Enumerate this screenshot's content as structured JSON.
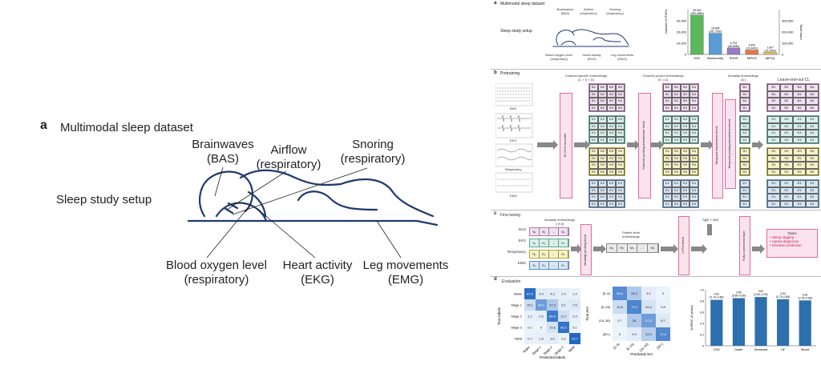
{
  "panel_a_big": {
    "letter": "a",
    "title": "Multimodal sleep dataset",
    "setup": "Sleep study setup",
    "brainwaves": [
      "Brainwaves",
      "(BAS)"
    ],
    "airflow": [
      "Airflow",
      "(respiratory)"
    ],
    "snoring": [
      "Snoring",
      "(respiratory)"
    ],
    "oxygen": [
      "Blood oxygen level",
      "(respiratory)"
    ],
    "heart": [
      "Heart activity",
      "(EKG)"
    ],
    "legs": [
      "Leg movements",
      "(EMG)"
    ]
  },
  "panel_a_small": {
    "letter": "a",
    "title": "Multimodal sleep dataset",
    "setup": "Sleep study setup",
    "brainwaves": [
      "Brainwaves",
      "(BAS)"
    ],
    "airflow": [
      "Airflow",
      "(respiratory)"
    ],
    "snoring": [
      "Snoring",
      "(respiratory)"
    ],
    "oxygen": [
      "Blood oxygen level",
      "(respiratory)"
    ],
    "heart": [
      "Heart activity",
      "(EKG)"
    ],
    "legs": [
      "Leg movements",
      "(EMG)"
    ]
  },
  "chart_data": [
    {
      "type": "bar",
      "categories": [
        "SSC",
        "Bioserenity",
        "SHHS",
        "MROS",
        "MESA"
      ],
      "values": [
        35052,
        18908,
        5793,
        3930,
        1907
      ],
      "value_labels": [
        "35,052\n(392,498h)",
        "18,908\n(151,752h)",
        "5,793\n(46,329h)",
        "3,930\n(31,440h)",
        "1,907\n(15,256h)"
      ],
      "colors": [
        "#5cb85c",
        "#5b9bd5",
        "#9b7bc4",
        "#e07a4a",
        "#e6c45c"
      ],
      "ylabel": "Number of PSGs",
      "ylabel_right": "Total hours",
      "ylim": [
        0,
        40000
      ],
      "yticks": [
        "0",
        "10,000",
        "20,000",
        "30,000"
      ],
      "yticks_right": [
        "0",
        "100,000",
        "200,000",
        "300,000"
      ]
    },
    {
      "type": "heatmap",
      "ylabel": "True labels",
      "xlabel": "Predicted labels",
      "rows": [
        "Wake",
        "Stage 1",
        "Stage 2",
        "Stage 3",
        "REM"
      ],
      "cols": [
        "Wake",
        "Stage 1",
        "Stage 2",
        "Stage 3",
        "REM"
      ],
      "values": [
        [
          87.5,
          4.9,
          4.2,
          2.4,
          1.4
        ],
        [
          15.1,
          58.2,
          27.3,
          5.1,
          7.6
        ],
        [
          1.2,
          2.9,
          80.8,
          12.7,
          2.4
        ],
        [
          0.1,
          0.0,
          10.6,
          86.2,
          0.1
        ],
        [
          0.7,
          1.8,
          3.6,
          0.2,
          93.7
        ]
      ]
    },
    {
      "type": "heatmap",
      "ylabel": "True AHI",
      "xlabel": "Predicted AHI",
      "rows": [
        "[0–5)",
        "[5–15)",
        "[15–30)",
        "[30+)"
      ],
      "cols": [
        "[0–5)",
        "[5–15)",
        "[15–30)",
        "[30+]"
      ],
      "values": [
        [
          68.6,
          28.3,
          3.1,
          0.0
        ],
        [
          14.8,
          73.3,
          10.4,
          0.8
        ],
        [
          0.7,
          28.0,
          57.6,
          6.7
        ],
        [
          0.0,
          3.9,
          24.3,
          71.6
        ]
      ]
    },
    {
      "type": "bar",
      "categories": [
        "CKD",
        "Death",
        "Dementia",
        "HF",
        "Stroke"
      ],
      "values": [
        0.82,
        0.85,
        0.87,
        0.83,
        0.81
      ],
      "value_labels": [
        "0.82\n(0.79–0.85)",
        "0.85\n(0.80–0.89)",
        "0.87\n(0.84–0.90)",
        "0.83\n(0.79–0.85)",
        "0.81\n(0.78–0.85)"
      ],
      "ylabel": "AUROC (6 years)",
      "ylim": [
        0,
        1.0
      ],
      "yticks": [
        "0",
        "0.2",
        "0.4",
        "0.6",
        "0.8",
        "1.0"
      ]
    }
  ],
  "panel_b": {
    "letter": "b",
    "title": "Pretraining",
    "signals": [
      "BAS",
      "EKG",
      "Respiratory",
      "EMG"
    ],
    "encoder": "1D CNN encoder",
    "col1_title": [
      "Channel-specific embeddings",
      "(C × S × D)"
    ],
    "pool_block": "Channel pooling transformer block",
    "col2_title": [
      "Channel-pooled embeddings",
      "(S × D)"
    ],
    "temporal1": "Temporal transformer block",
    "temporal2": "Temporal pooling transformer block",
    "col3_title": [
      "Modality embeddings",
      "(D)"
    ],
    "loo": "Leave-one-out CL",
    "token_prefix": [
      "B",
      "K",
      "R",
      "E"
    ]
  },
  "panel_c": {
    "letter": "c",
    "title": "Fine-tuning",
    "mod_title": [
      "Modality embeddings",
      "(~8 h)"
    ],
    "rows": [
      "BAS",
      "EKG",
      "Respiratory",
      "EMG"
    ],
    "row_tokens": [
      [
        "B₁",
        "B₂",
        "…",
        "Bₙ"
      ],
      [
        "K₁",
        "K₂",
        "…",
        "Kₙ"
      ],
      [
        "R₁",
        "R₂",
        "…",
        "Rₙ"
      ],
      [
        "E₁",
        "E₂",
        "…",
        "Eₙ"
      ]
    ],
    "mod_pool": "Modality pooling block",
    "patient_title": [
      "Patient-level",
      "embeddings"
    ],
    "patient_tokens": [
      "M₁",
      "M₂",
      "M₃",
      "…",
      "Mₙ"
    ],
    "lstm": "LSTM block",
    "agesex": "Age + sex",
    "fc": "Fully connected layer",
    "tasks_title": "Tasks",
    "tasks": [
      "• Sleep staging",
      "• Apnea diagnosis",
      "• Disease prediction"
    ]
  },
  "panel_d": {
    "letter": "d",
    "title": "Evaluation"
  }
}
